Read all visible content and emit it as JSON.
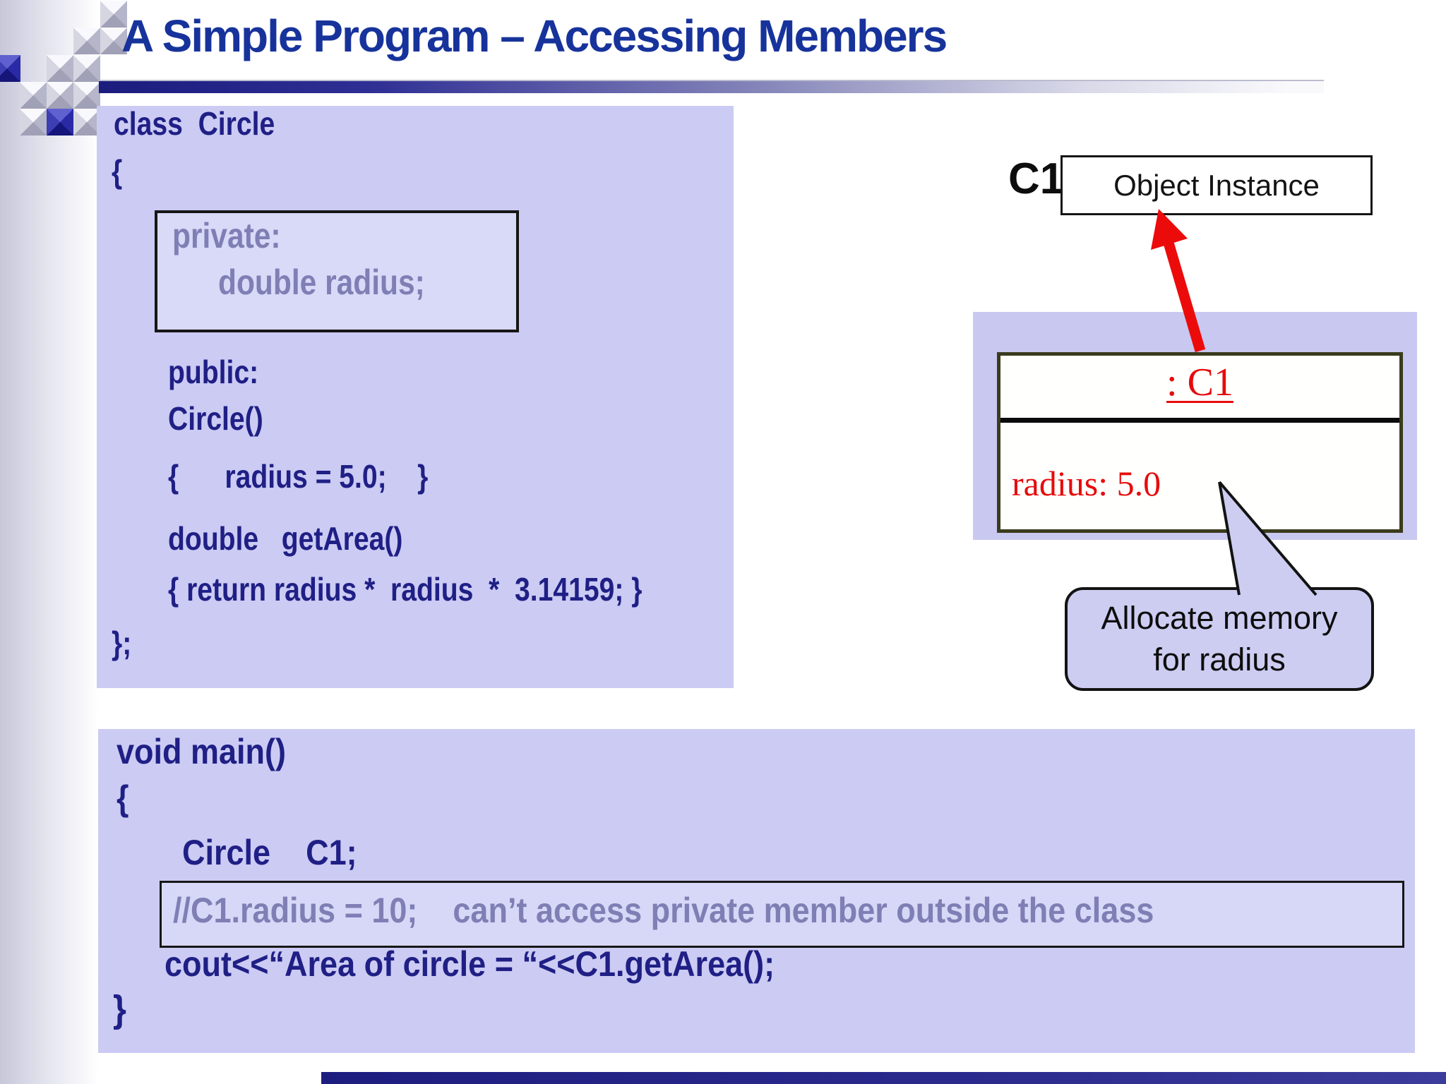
{
  "title": "A Simple Program – Accessing Members",
  "class_block": {
    "lines": [
      "class  Circle",
      "{",
      "public:",
      "Circle()",
      "{      radius = 5.0;    }",
      "double   getArea()",
      "{ return radius *  radius  *  3.14159; }",
      "};"
    ],
    "private_box": [
      "private:",
      "double radius;"
    ]
  },
  "object_diagram": {
    "var_name": "C1",
    "instance_label": "Object Instance",
    "uml_title": ": C1",
    "uml_attribute": "radius: 5.0",
    "callout_line1": "Allocate memory",
    "callout_line2": "for radius"
  },
  "main_block": {
    "lines": [
      "void main()",
      "{",
      "Circle    C1;",
      "cout<<“Area of circle = “<<C1.getArea();",
      "}"
    ],
    "comment": "//C1.radius = 10;    can’t access private member outside the class"
  },
  "colors": {
    "title_blue": "#17339b",
    "code_navy": "#1f1f85",
    "muted_purple": "#7f7fb5",
    "panel_lavender": "#cbcbf4",
    "uml_border_olive": "#3b3b1e",
    "accent_red": "#e60c0c",
    "template_navy": "#1d1d80"
  }
}
